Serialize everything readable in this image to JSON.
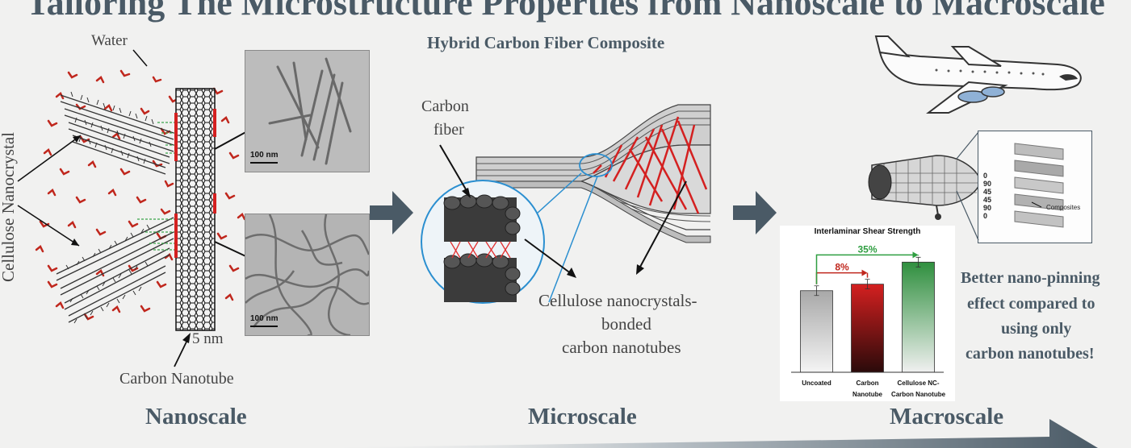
{
  "title": "Tailoring The Microstructure Properties from Nanoscale to Macroscale",
  "nanoscale": {
    "water_label": "Water",
    "cnc_label": "Cellulose Nanocrystal",
    "cnt_label": "Carbon Nanotube",
    "size_label": "5 nm",
    "tem_top_scale": "100 nm",
    "tem_bottom_scale": "100 nm",
    "section_label": "Nanoscale"
  },
  "microscale": {
    "heading": "Hybrid Carbon Fiber Composite",
    "carbon_fiber_label_line1": "Carbon",
    "carbon_fiber_label_line2": "fiber",
    "bonded_line1": "Cellulose nanocrystals-",
    "bonded_line2": "bonded",
    "bonded_line3": "carbon nanotubes",
    "section_label": "Microscale"
  },
  "macroscale": {
    "layup_numbers": [
      "0",
      "90",
      "45",
      "45",
      "90",
      "0"
    ],
    "composites_label": "Composites",
    "claim_line1": "Better nano-pinning",
    "claim_line2": "effect compared to",
    "claim_line3": "using only",
    "claim_line4": "carbon nanotubes!",
    "section_label": "Macroscale"
  },
  "chart_data": {
    "type": "bar",
    "title": "Interlaminar Shear Strength",
    "categories": [
      "Uncoated",
      "Carbon Nanotube",
      "Cellulose NC-Carbon Nanotube"
    ],
    "category_lines": [
      [
        "Uncoated"
      ],
      [
        "Carbon",
        "Nanotube"
      ],
      [
        "Cellulose NC-",
        "Carbon Nanotube"
      ]
    ],
    "values": [
      100,
      108,
      135
    ],
    "annotations": [
      "8%",
      "35%"
    ],
    "ylim": [
      0,
      160
    ],
    "colors": [
      "#b9b9b9",
      "#d42020",
      "#2f8f3e"
    ]
  }
}
